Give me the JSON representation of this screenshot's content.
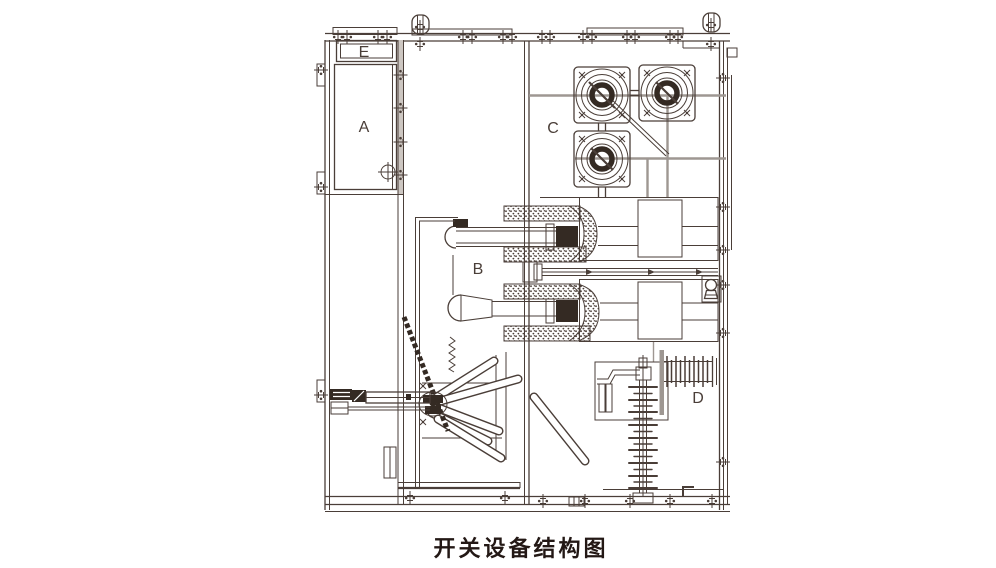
{
  "figure": {
    "title": "开关设备结构图",
    "labels": {
      "A": "A",
      "B": "B",
      "C": "C",
      "D": "D",
      "E": "E"
    }
  },
  "colors": {
    "line": "#4a3e38",
    "gray": "#9e9792",
    "dark": "#342a23",
    "title_text": "#231815",
    "background": "#ffffff"
  }
}
